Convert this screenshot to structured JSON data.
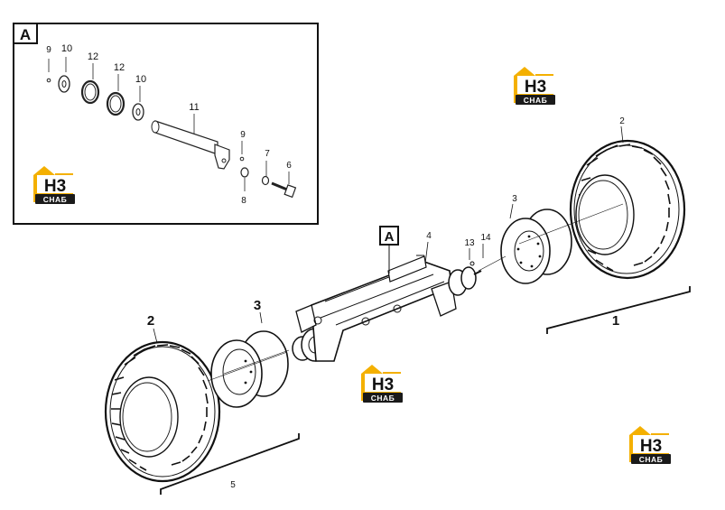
{
  "detail_view": {
    "letter": "A"
  },
  "callout": {
    "letter": "A"
  },
  "logo": {
    "top": "H3",
    "bottom": "CHAБ"
  },
  "parts": {
    "p1": "1",
    "p2": "2",
    "p3": "3",
    "p4": "4",
    "p5": "5",
    "p6": "6",
    "p7": "7",
    "p8": "8",
    "p9": "9",
    "p10": "10",
    "p11": "11",
    "p12": "12",
    "p13": "13",
    "p14": "14"
  },
  "colors": {
    "logo_yellow": "#f4b000",
    "logo_dark": "#1a1a1a",
    "line": "#222222"
  }
}
